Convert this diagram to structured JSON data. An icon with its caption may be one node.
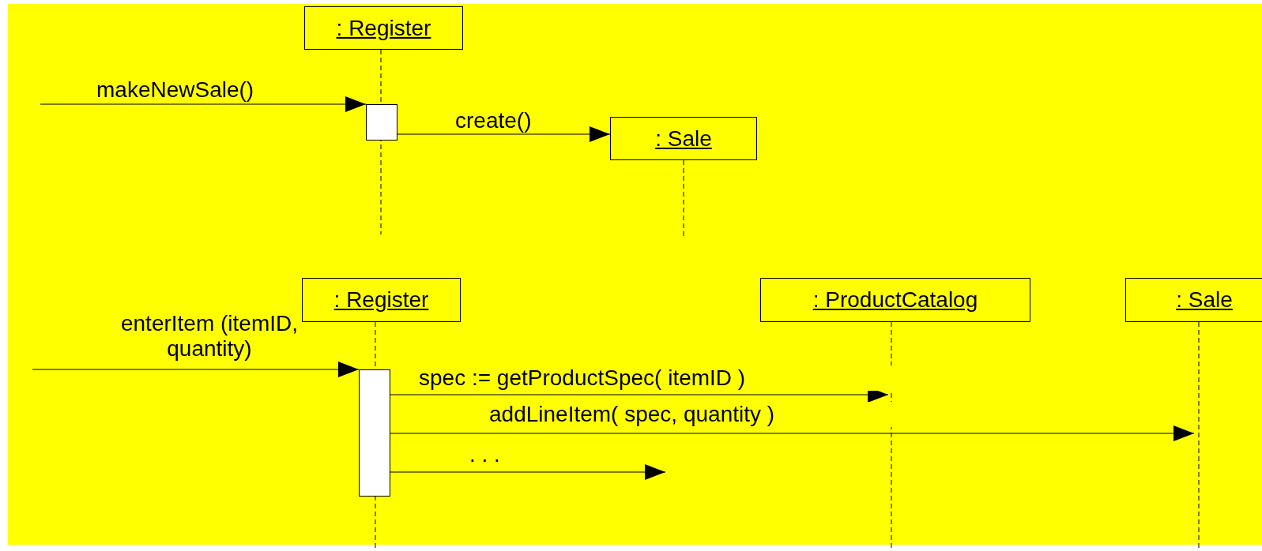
{
  "diagram": {
    "nodes": [
      {
        "text": [
          ": Register"
        ]
      },
      {
        "text": [],
        "shape": "box"
      },
      {
        "text": [
          ": Sale"
        ]
      },
      {
        "text": [
          ": Register"
        ]
      },
      {
        "text": [
          ": ProductCatalog"
        ]
      },
      {
        "text": [
          ": Sale"
        ]
      },
      {
        "text": [],
        "shape": "box"
      }
    ],
    "edges": [
      {
        "from": null,
        "to": 1,
        "arrow": "to",
        "label": "makeNewSale()"
      },
      {
        "from": 1,
        "to": 2,
        "arrow": "to",
        "label": "create()"
      },
      {
        "from": null,
        "to": 6,
        "arrow": "to",
        "label": "enterItem (itemID, quantity)"
      },
      {
        "from": 6,
        "to": null,
        "arrow": "to",
        "label": "spec := getProductSpec( itemID )"
      },
      {
        "from": 6,
        "to": null,
        "arrow": "to",
        "label": "addLineItem( spec, quantity )"
      },
      {
        "from": 6,
        "to": null,
        "arrow": "to",
        "label": ". . ."
      }
    ]
  }
}
